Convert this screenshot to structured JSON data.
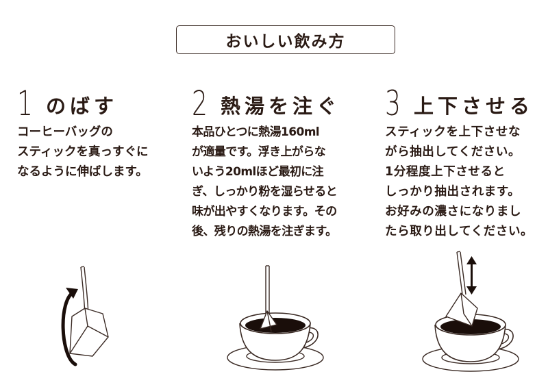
{
  "header": {
    "title": "おいしい飲み方"
  },
  "steps": [
    {
      "number": "1",
      "title": "のばす",
      "body": "コーヒーバッグの\nスティックを真っすぐに\nなるように伸ばします。"
    },
    {
      "number": "2",
      "title": "熱湯を注ぐ",
      "body": "本品ひとつに熱湯160ml\nが適量です。浮き上がらな\nいよう20mlほど最初に注\nぎ、しっかり粉を湿らせると\n味が出やすくなります。その\n後、残りの熱湯を注ぎます。"
    },
    {
      "number": "3",
      "title": "上下させる",
      "body": "スティックを上下させな\nがら抽出してください。\n1分程度上下させると\nしっかり抽出されます。\nお好みの濃さになりまし\nたら取り出してください。"
    }
  ],
  "colors": {
    "text": "#2a1a14",
    "line": "#3a2a24",
    "coffee": "#1a0e0a"
  },
  "icons": [
    "bag-stretch-illustration",
    "cup-pour-illustration",
    "cup-updown-illustration"
  ]
}
